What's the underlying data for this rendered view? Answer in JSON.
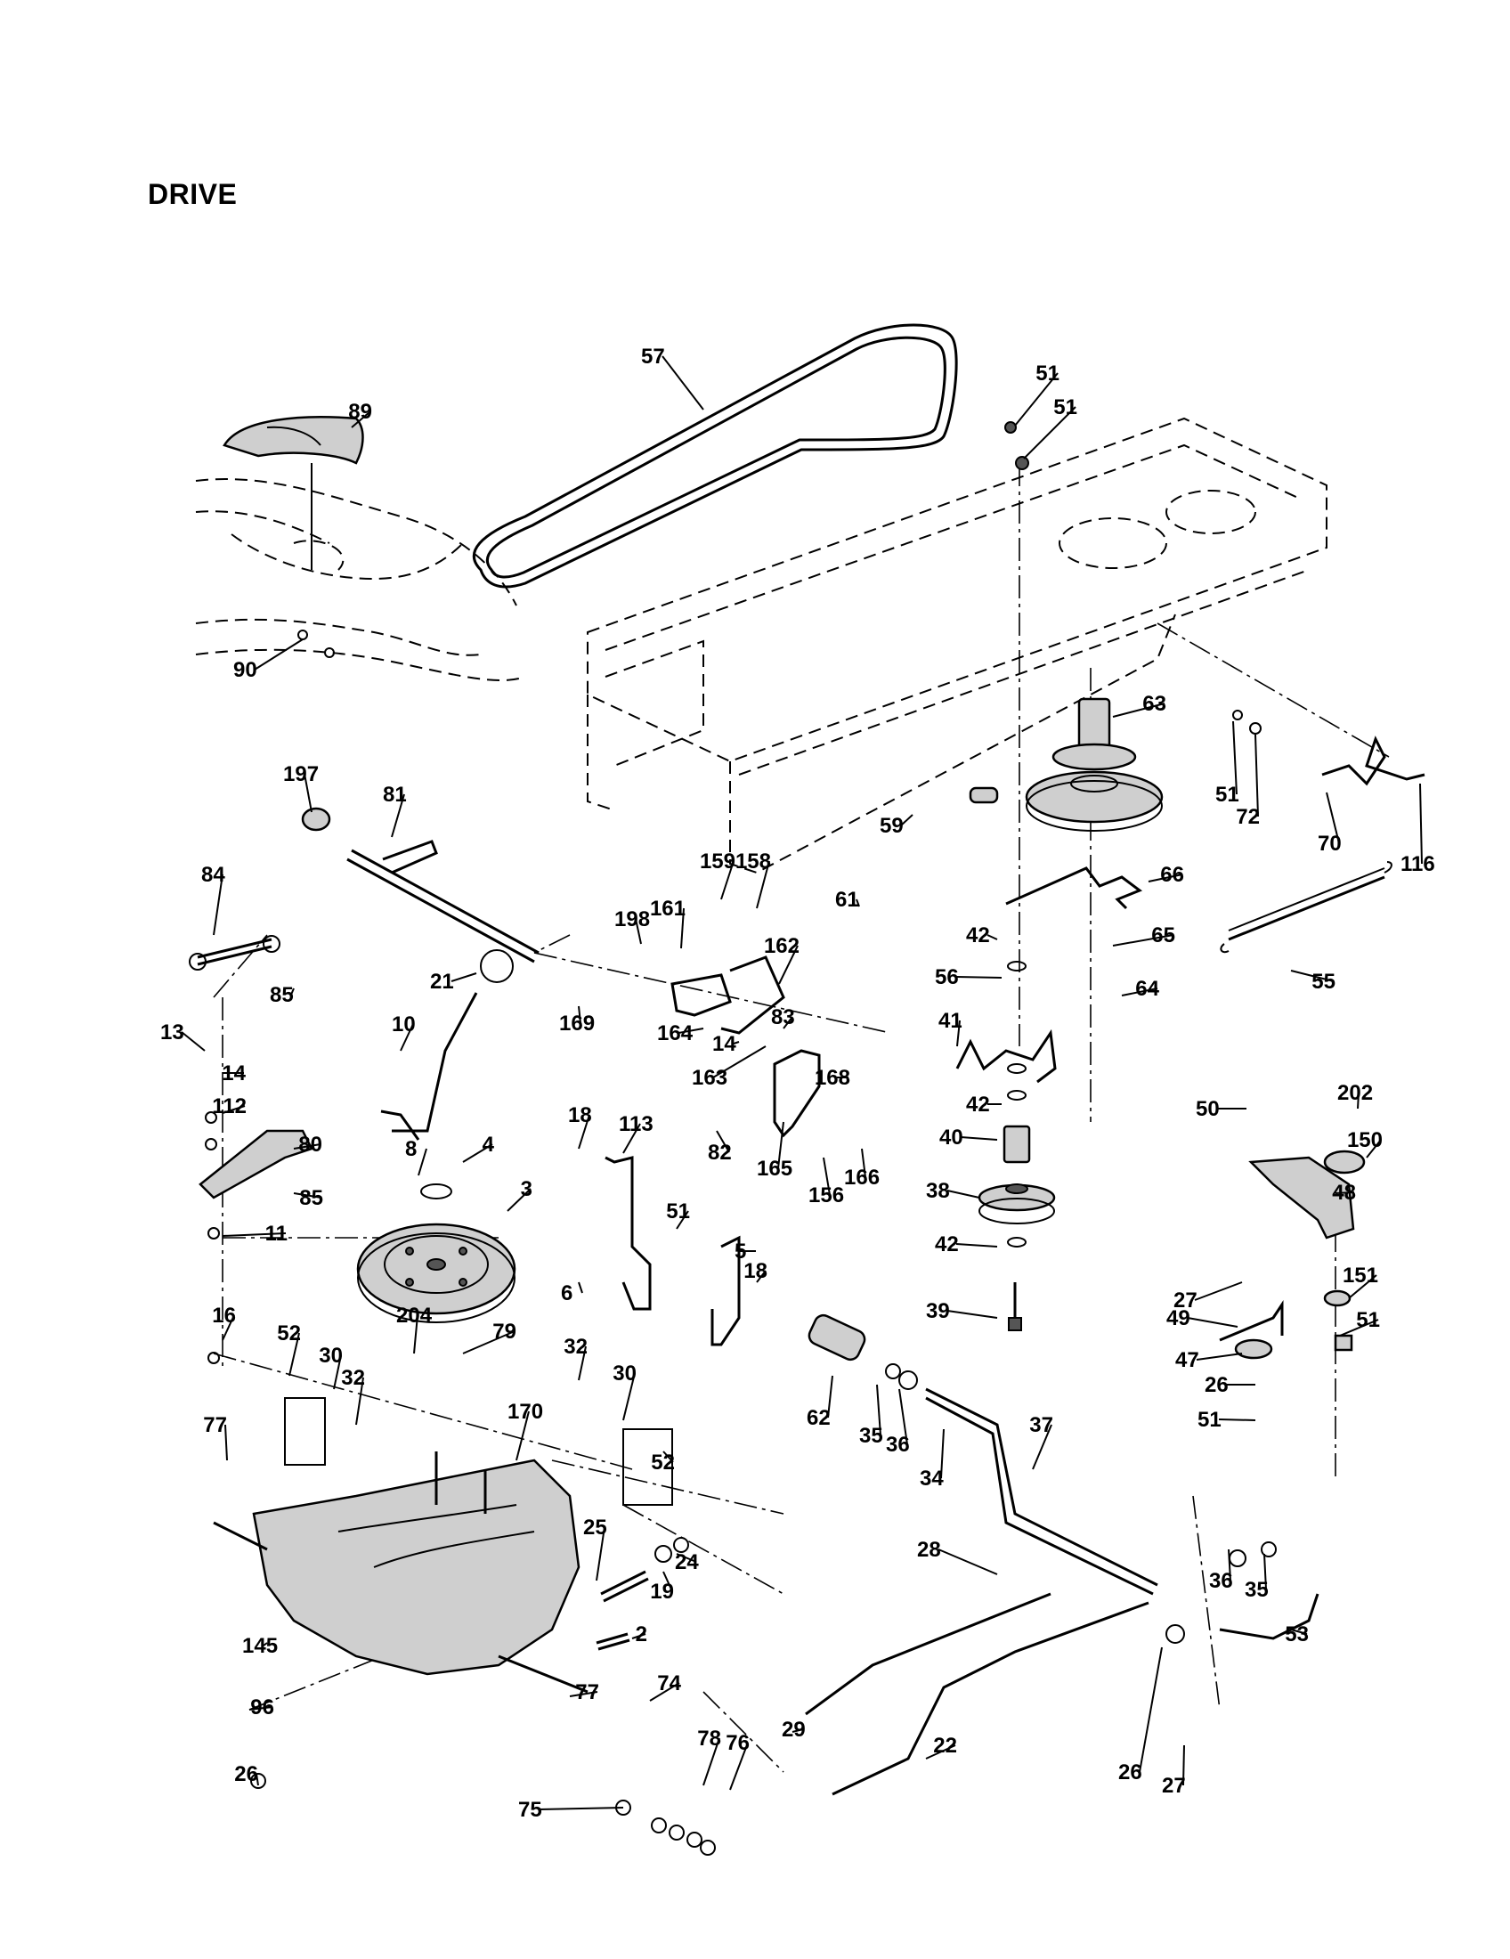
{
  "title": "DRIVE",
  "callouts": [
    "57",
    "89",
    "51",
    "51",
    "90",
    "63",
    "51",
    "72",
    "70",
    "116",
    "197",
    "81",
    "59",
    "66",
    "84",
    "198",
    "161",
    "159",
    "158",
    "162",
    "61",
    "42",
    "65",
    "56",
    "55",
    "64",
    "85",
    "169",
    "21",
    "164",
    "14",
    "83",
    "13",
    "10",
    "14",
    "163",
    "41",
    "112",
    "168",
    "42",
    "80",
    "18",
    "113",
    "82",
    "165",
    "156",
    "166",
    "4",
    "40",
    "8",
    "50",
    "202",
    "150",
    "3",
    "85",
    "51",
    "38",
    "48",
    "11",
    "5",
    "18",
    "6",
    "42",
    "151",
    "27",
    "39",
    "79",
    "16",
    "204",
    "52",
    "30",
    "32",
    "32",
    "30",
    "62",
    "35",
    "36",
    "49",
    "51",
    "47",
    "26",
    "51",
    "52",
    "34",
    "37",
    "170",
    "77",
    "25",
    "24",
    "19",
    "28",
    "36",
    "35",
    "2",
    "53",
    "145",
    "77",
    "29",
    "74",
    "96",
    "22",
    "26",
    "26",
    "27",
    "78",
    "76",
    "75"
  ]
}
